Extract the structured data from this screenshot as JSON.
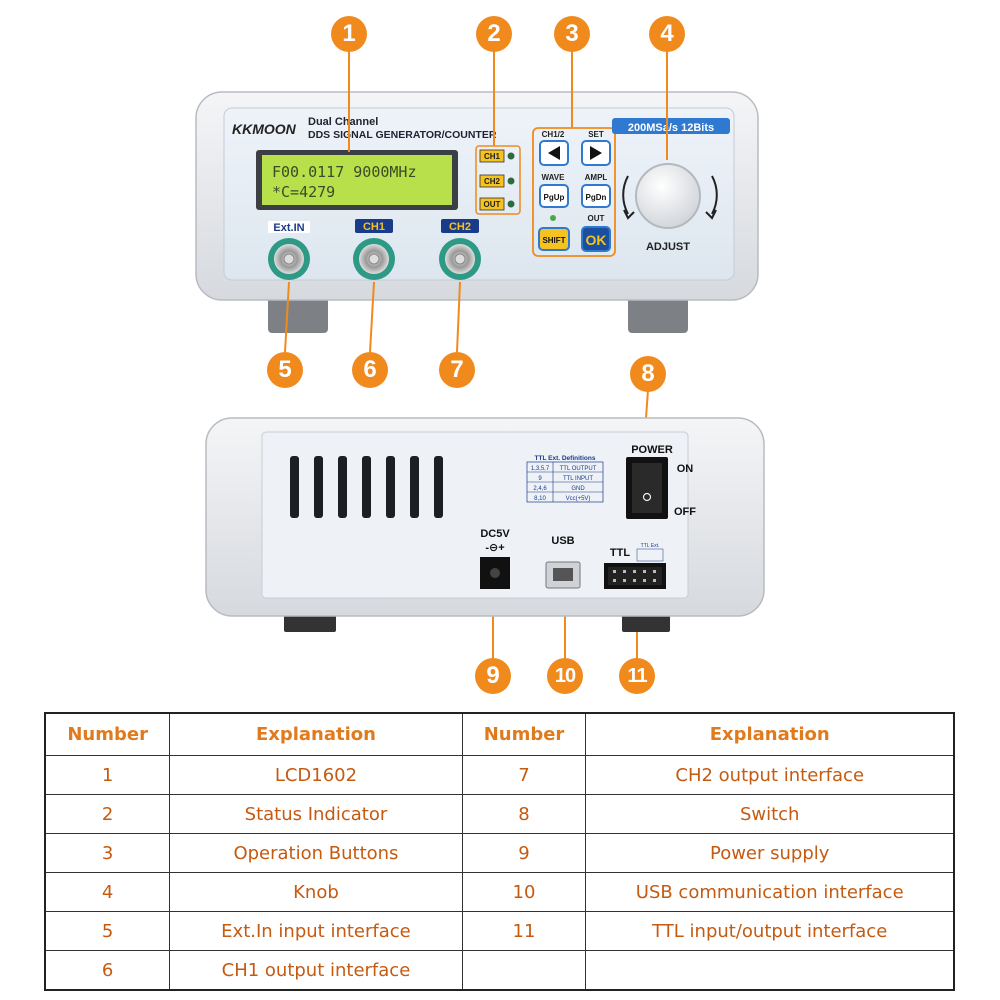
{
  "device": {
    "brand": "KKMOON",
    "model_line1": "Dual Channel",
    "model_line2": "DDS SIGNAL GENERATOR/COUNTER",
    "lcd_line1": "F00.0117 9000MHz",
    "lcd_line2": "*C=4279",
    "spec_badge": "200MSa/s  12Bits",
    "indicators": [
      "CH1",
      "CH2",
      "OUT"
    ],
    "btn_ch12": "CH1/2",
    "btn_set": "SET",
    "btn_wave": "WAVE",
    "btn_ampl": "AMPL",
    "btn_pgup": "PgUp",
    "btn_pgdn": "PgDn",
    "btn_out": "OUT",
    "btn_shift": "SHIFT",
    "btn_ok": "OK",
    "knob_label": "ADJUST",
    "port_extin": "Ext.IN",
    "port_ch1": "CH1",
    "port_ch2": "CH2"
  },
  "back": {
    "power_label": "POWER",
    "on_label": "ON",
    "off_label": "OFF",
    "dc_label": "DC5V",
    "usb_label": "USB",
    "ttl_label": "TTL",
    "ttl_small": "TTL Ext.",
    "ttl_title": "TTL Ext. Definitions",
    "ttl_rows": [
      [
        "1,3,5,7",
        "TTL OUTPUT"
      ],
      [
        "9",
        "TTL INPUT"
      ],
      [
        "2,4,6",
        "GND"
      ],
      [
        "8,10",
        "Vcc(+5V)"
      ]
    ]
  },
  "callouts": [
    "1",
    "2",
    "3",
    "4",
    "5",
    "6",
    "7",
    "8",
    "9",
    "10",
    "11"
  ],
  "table": {
    "h_number": "Number",
    "h_explanation": "Explanation",
    "rows": [
      {
        "n1": "1",
        "e1": "LCD1602",
        "n2": "7",
        "e2": "CH2 output interface"
      },
      {
        "n1": "2",
        "e1": "Status Indicator",
        "n2": "8",
        "e2": "Switch"
      },
      {
        "n1": "3",
        "e1": "Operation Buttons",
        "n2": "9",
        "e2": "Power supply"
      },
      {
        "n1": "4",
        "e1": "Knob",
        "n2": "10",
        "e2": "USB communication interface"
      },
      {
        "n1": "5",
        "e1": "Ext.In input interface",
        "n2": "11",
        "e2": "TTL input/output interface"
      },
      {
        "n1": "6",
        "e1": "CH1 output interface",
        "n2": "",
        "e2": ""
      }
    ]
  },
  "colors": {
    "accent": "#f08a1d",
    "table_text": "#c55a11",
    "lcd": "#b8e04a",
    "button_blue": "#1a4fa0"
  }
}
